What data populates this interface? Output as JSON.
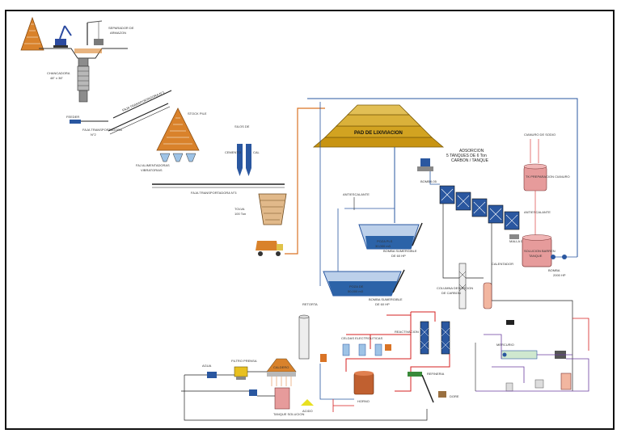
{
  "labels": {
    "sieve_top": "SEPARADOR DE",
    "sieve_top2": "ARMAZON",
    "crusher": "CHANCADORA",
    "crusher2": "48\" x 36\"",
    "conv1": "FAJA TRANSPORTADORA N°1",
    "conv2": "FAJA TRANSPORTADORA",
    "conv2b": "N°2",
    "stockpile": "STOCK PILE",
    "feeders": "FAJ ALIMENTADORAS",
    "feeders2": "VIBRATORIAS",
    "silo_title": "SILOS DE",
    "silo1": "CEMENTO",
    "silo2": "CAL",
    "conv3": "FAJA TRANSPORTADORA N°3",
    "truck_hopper": "TOLVA",
    "truck_hopper2": "100 Ton",
    "pad": "PAD DE LIXIVIACION",
    "adsorption": "ADSORCION",
    "adsorption2": "5 TANQUES DE 6 Ton",
    "adsorption3": "CARBON / TANQUE",
    "antiscalant": "ANTIESCALANTE",
    "cyanide_title": "CIANURO DE SODIO",
    "cyanide_tank": "TK PREPARACION CIANURO",
    "antiscalant2": "ANTIESCALANTE",
    "pond1": "POZA PLS",
    "pond1b": "30,000 m3",
    "pump1": "BOMBA SUMERGIBLE",
    "pump1b": "DE 60 HP",
    "pond2": "POZA DE",
    "pond2b": "50,000 m3",
    "pump2": "BOMBA SUMERGIBLE",
    "pump2b": "DE 60 HP",
    "barren_tank": "SOLUCION BARREN",
    "barren_tank2": "TANQUE",
    "barren_pump": "BOMBA",
    "barren_pump2": "2000 HP",
    "pump_box": "BOMBA 05",
    "carbon_mesh": "MALLA 05",
    "desorption": "COLUMNA DESORCION",
    "desorption2": "DE CARBON",
    "heater": "CALENTADOR",
    "reactivation": "REACTIVACION",
    "horno": "HORNO",
    "electro": "CELDAS ELECTROLITICAS",
    "refinery": "REFINERIA",
    "dore": "DORE",
    "filter": "FILTRO PRENSA",
    "boiler": "CALDERO",
    "acid": "ACIDO",
    "tank_sol": "TANQUE SOLUCION",
    "water": "AGUA",
    "retort": "RETORTA",
    "mercury": "MERCURIO"
  },
  "colors": {
    "stockpile": "#d9822b",
    "pad_top": "#d2a321",
    "pad_dark": "#a57b10",
    "pond_blue": "#2c63a8",
    "pond_light": "#bcd0ea",
    "pipe_blue": "#2a57a0",
    "pipe_orange": "#d97325",
    "pipe_red": "#d62020",
    "pipe_dark": "#222222",
    "pipe_purple": "#6b3fa0",
    "tank_pink": "#e69b9b",
    "tank_salmon": "#f2b6a0",
    "gray": "#8c8c8c"
  }
}
